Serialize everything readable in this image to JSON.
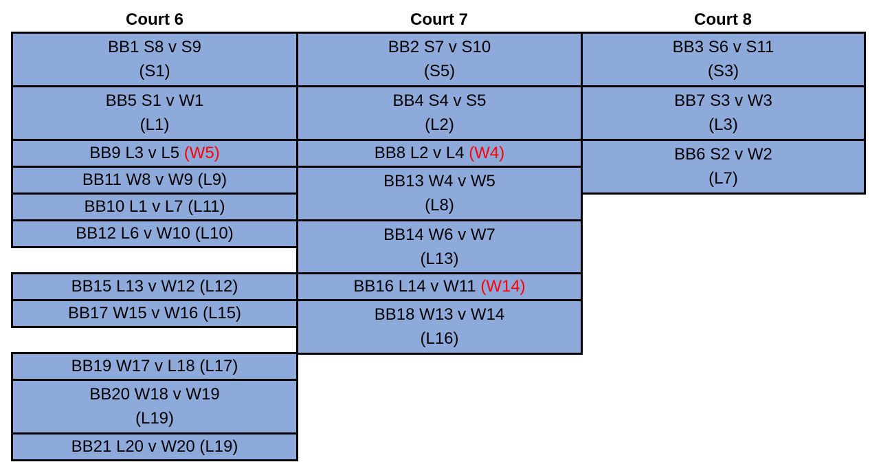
{
  "colors": {
    "cell_fill": "#8eaadb",
    "border": "#000000",
    "highlight": "#ff0000"
  },
  "courts": [
    {
      "name": "Court 6",
      "matches": [
        {
          "line1": "BB1 S8 v S9",
          "line2": "(S1)"
        },
        {
          "line1": "BB5 S1 v W1",
          "line2": "(L1)"
        },
        {
          "line1": "BB9 L3 v L5",
          "line1_red": "(W5)"
        },
        {
          "line1": "BB11 W8 v W9 (L9)"
        },
        {
          "line1": "BB10 L1 v L7 (L11)"
        },
        {
          "line1": "BB12 L6 v W10 (L10)"
        },
        {
          "line1": "BB15 L13 v W12 (L12)"
        },
        {
          "line1": "BB17 W15 v W16 (L15)"
        },
        {
          "line1": "BB19 W17 v L18 (L17)"
        },
        {
          "line1": "BB20 W18 v W19",
          "line2": "(L19)"
        },
        {
          "line1": "BB21 L20 v W20 (L19)"
        }
      ]
    },
    {
      "name": "Court 7",
      "matches": [
        {
          "line1": "BB2 S7 v S10",
          "line2": "(S5)"
        },
        {
          "line1": "BB4 S4 v S5",
          "line2": "(L2)"
        },
        {
          "line1": "BB8 L2 v L4",
          "line1_red": "(W4)"
        },
        {
          "line1": "BB13 W4 v W5",
          "line2": "(L8)"
        },
        {
          "line1": "BB14 W6 v W7",
          "line2": "(L13)"
        },
        {
          "line1": "BB16 L14 v W11",
          "line1_red": "(W14)"
        },
        {
          "line1": "BB18 W13 v W14",
          "line2": "(L16)"
        }
      ]
    },
    {
      "name": "Court 8",
      "matches": [
        {
          "line1": "BB3 S6 v S11",
          "line2": "(S3)"
        },
        {
          "line1": "BB7 S3 v W3",
          "line2": "(L3)"
        },
        {
          "line1": "BB6 S2 v W2",
          "line2": "(L7)"
        }
      ]
    }
  ]
}
